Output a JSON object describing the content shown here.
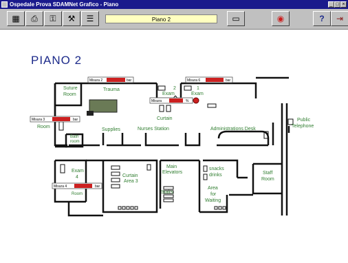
{
  "window": {
    "title": "Ospedale Prova SDAMNet Grafico - Piano"
  },
  "toolbar": {
    "page_name": "Piano 2"
  },
  "floor": {
    "title": "PIANO 2"
  },
  "rooms": {
    "suture": "Suture",
    "suture2": "Room",
    "trauma": "Trauma",
    "exam2": "Exam",
    "exam2_num": "2",
    "exam1": "Exam",
    "exam1_num": "1",
    "curtain": "Curtain",
    "supplies": "Supplies",
    "nurses": "Nurses Station",
    "admin": "Administrations Desk",
    "public1": "Public",
    "public2": "Telephone",
    "room_left": "Room",
    "bath1": "Bath",
    "bath2": "room",
    "exam4": "Exam",
    "exam4_num": "4",
    "room_lower": "Room",
    "curtain_area1": "Curtain",
    "curtain_area2": "Area 3",
    "main1": "Main",
    "main2": "Elevators",
    "stairs": "Stairs",
    "snacks": "snacks",
    "drinks": "drinks",
    "area1": "Area",
    "area2": "for",
    "area3": "Waiting",
    "staff1": "Staff",
    "staff2": "Room"
  },
  "misura": [
    {
      "label": "Misura 2",
      "unit": "bar"
    },
    {
      "label": "Misura 6",
      "unit": "bar"
    },
    {
      "label": "Misura",
      "unit": "%"
    },
    {
      "label": "Misura 3",
      "unit": "bar"
    },
    {
      "label": "Misura 4",
      "unit": "bar"
    }
  ],
  "colors": {
    "accent": "#1c2a8a",
    "alarm": "#cc2020",
    "wall": "#111111",
    "label": "#2f7d2f"
  }
}
